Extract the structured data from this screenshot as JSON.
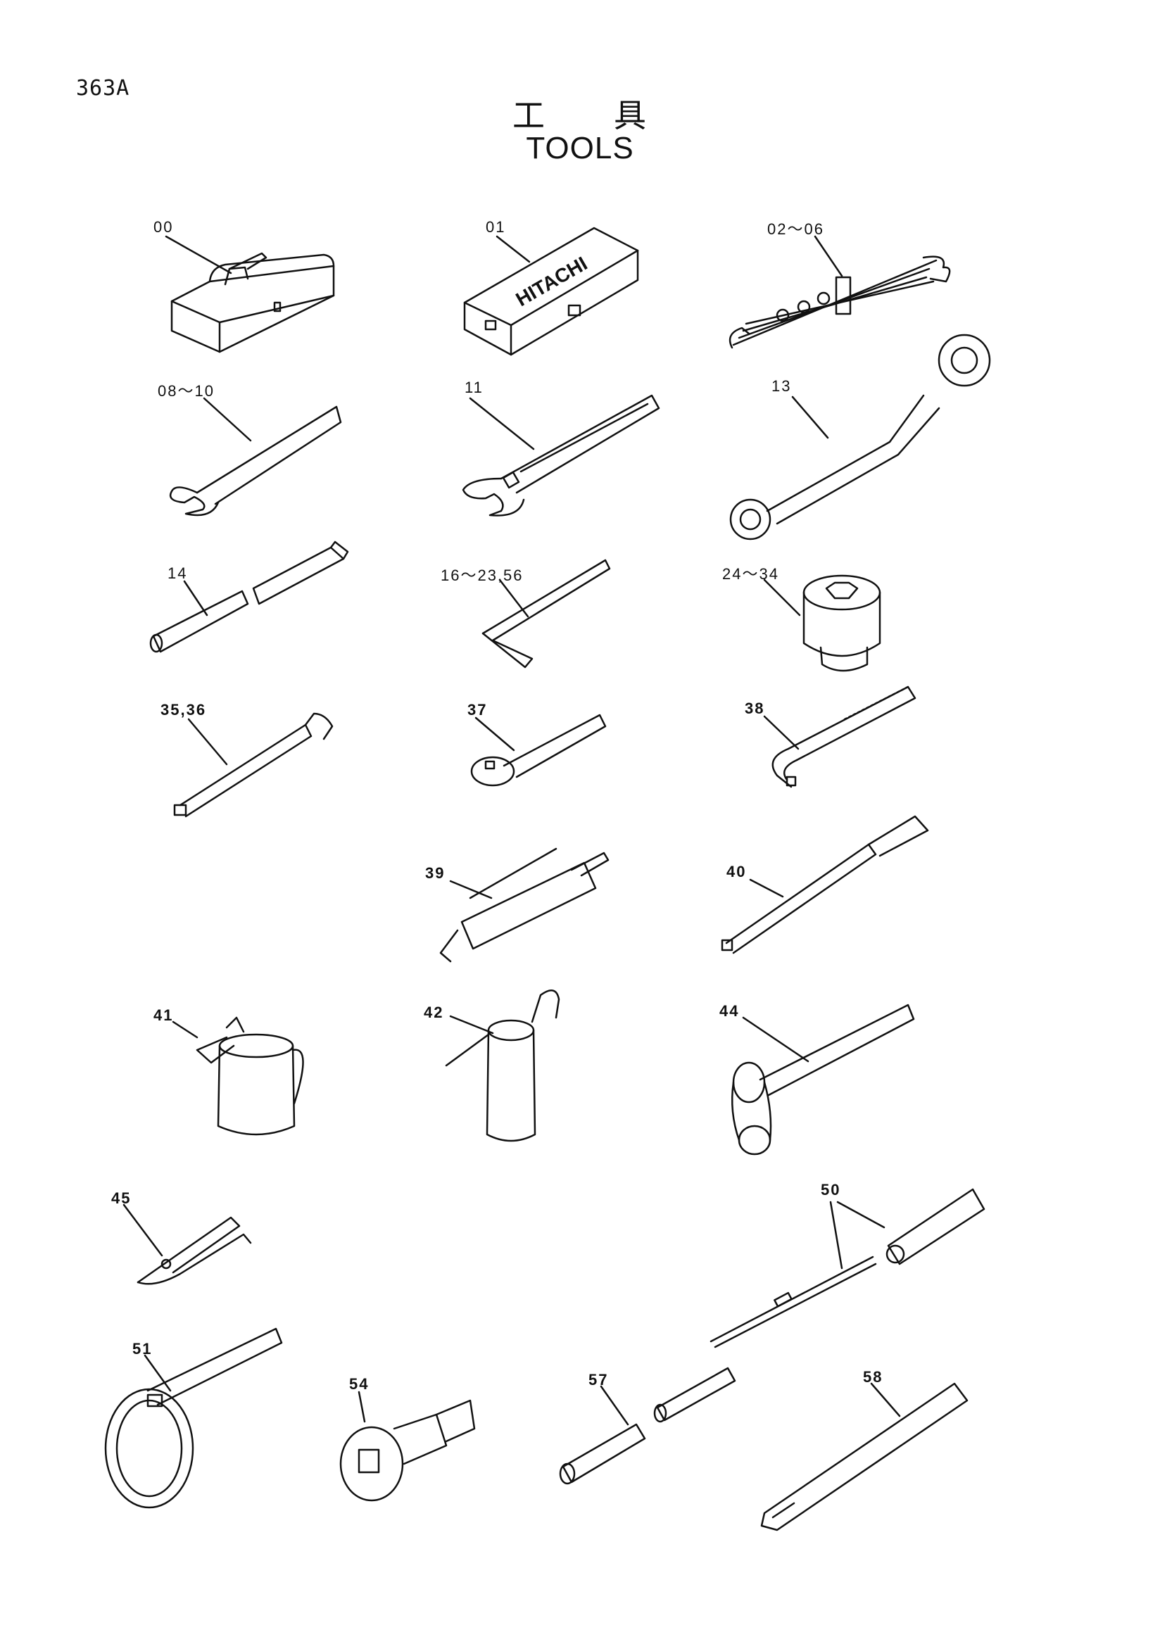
{
  "page_code": "363A",
  "title_jp": "工　　具",
  "title_en": "TOOLS",
  "labels": {
    "l00": "00",
    "l01": "01",
    "l02_06": "02〜06",
    "l08_10": "08〜10",
    "l11": "11",
    "l13": "13",
    "l14": "14",
    "l16_23_56": "16〜23,56",
    "l24_34": "24〜34",
    "l35_36": "35,36",
    "l37": "37",
    "l38": "38",
    "l39": "39",
    "l40": "40",
    "l41": "41",
    "l42": "42",
    "l44": "44",
    "l45": "45",
    "l50": "50",
    "l51": "51",
    "l54": "54",
    "l57": "57",
    "l58": "58"
  },
  "toolbox_brand": "HITACHI"
}
